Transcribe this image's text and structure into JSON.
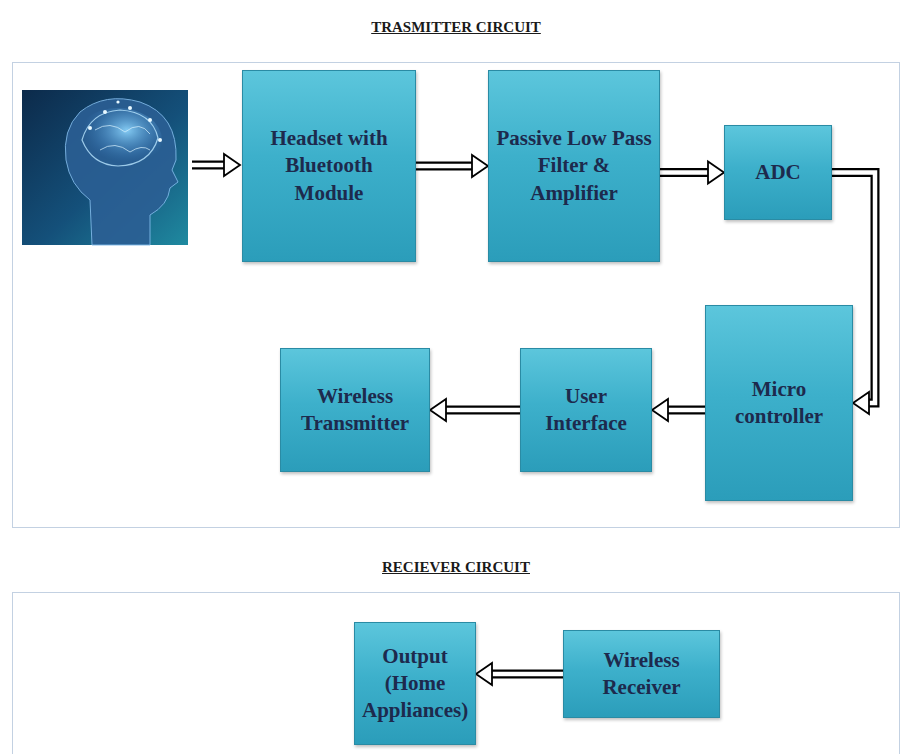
{
  "diagram": {
    "nodes": [
      {
        "text": [
          "TRASMITTER CIRCUIT"
        ]
      },
      {
        "text": [
          "Headset with Bluetooth Module"
        ],
        "in": 0
      },
      {
        "text": [
          "Passive Low Pass Filter & Amplifier"
        ],
        "in": 0
      },
      {
        "text": [
          "ADC"
        ],
        "in": 0
      },
      {
        "text": [
          "Wireless Transmitter"
        ],
        "in": 0
      },
      {
        "text": [
          "User Interface"
        ],
        "in": 0
      },
      {
        "text": [
          "Micro controller"
        ],
        "in": 0
      },
      {
        "text": [
          "RECIEVER CIRCUIT"
        ]
      },
      {
        "text": [
          "Output (Home Appliances)"
        ],
        "in": 7
      },
      {
        "text": [
          "Wireless Receiver"
        ],
        "in": 7
      }
    ],
    "edges": [
      {
        "from": 1,
        "to": 2,
        "arrow": "to"
      },
      {
        "from": 2,
        "to": 3,
        "arrow": "to"
      },
      {
        "from": 3,
        "to": 6,
        "arrow": "to"
      },
      {
        "from": 6,
        "to": 5,
        "arrow": "to"
      },
      {
        "from": 5,
        "to": 4,
        "arrow": "to"
      },
      {
        "from": 9,
        "to": 8,
        "arrow": "to"
      }
    ]
  }
}
